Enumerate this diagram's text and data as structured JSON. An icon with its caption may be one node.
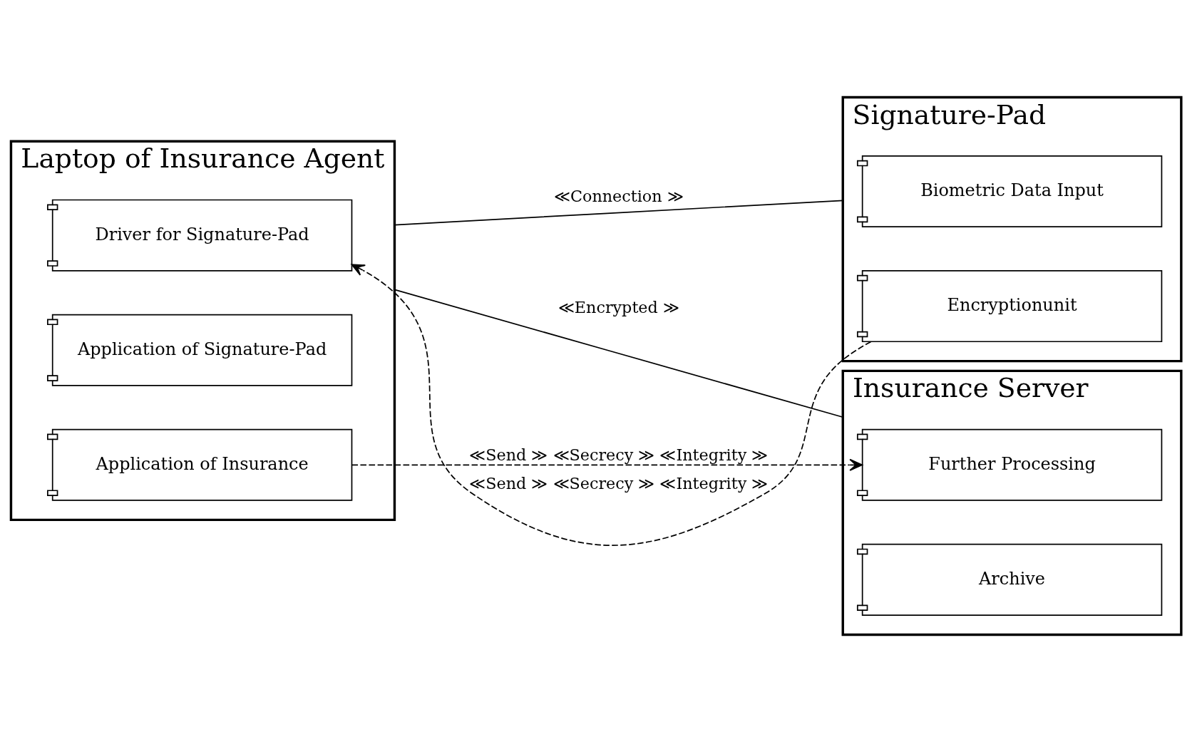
{
  "diagram": {
    "nodes": [
      {
        "text": [
          "Laptop of Insurance Agent"
        ]
      },
      {
        "text": [
          "Driver for Signature-Pad"
        ],
        "in": 0
      },
      {
        "text": [
          "Application of Signature-Pad"
        ],
        "in": 0
      },
      {
        "text": [
          "Application of Insurance"
        ],
        "in": 0
      },
      {
        "text": [
          "Signature-Pad"
        ]
      },
      {
        "text": [
          "Biometric Data Input"
        ],
        "in": 4
      },
      {
        "text": [
          "Encryptionunit"
        ],
        "in": 4
      },
      {
        "text": [
          "Insurance Server"
        ]
      },
      {
        "text": [
          "Further Processing"
        ],
        "in": 7
      },
      {
        "text": [
          "Archive"
        ],
        "in": 7
      }
    ],
    "edges": [
      {
        "from": 0,
        "to": 4,
        "arrow": "none",
        "label": "≪Connection ≫"
      },
      {
        "from": 6,
        "to": 1,
        "arrow": "to",
        "style": "dashed",
        "label": "≪Send ≫ ≪Secrecy ≫ ≪Integrity ≫"
      },
      {
        "from": 3,
        "to": 8,
        "arrow": "to",
        "style": "dashed",
        "label": "≪Send ≫ ≪Secrecy ≫ ≪Integrity ≫"
      },
      {
        "from": 0,
        "to": 7,
        "arrow": "none",
        "label": "≪Encrypted ≫"
      }
    ]
  }
}
